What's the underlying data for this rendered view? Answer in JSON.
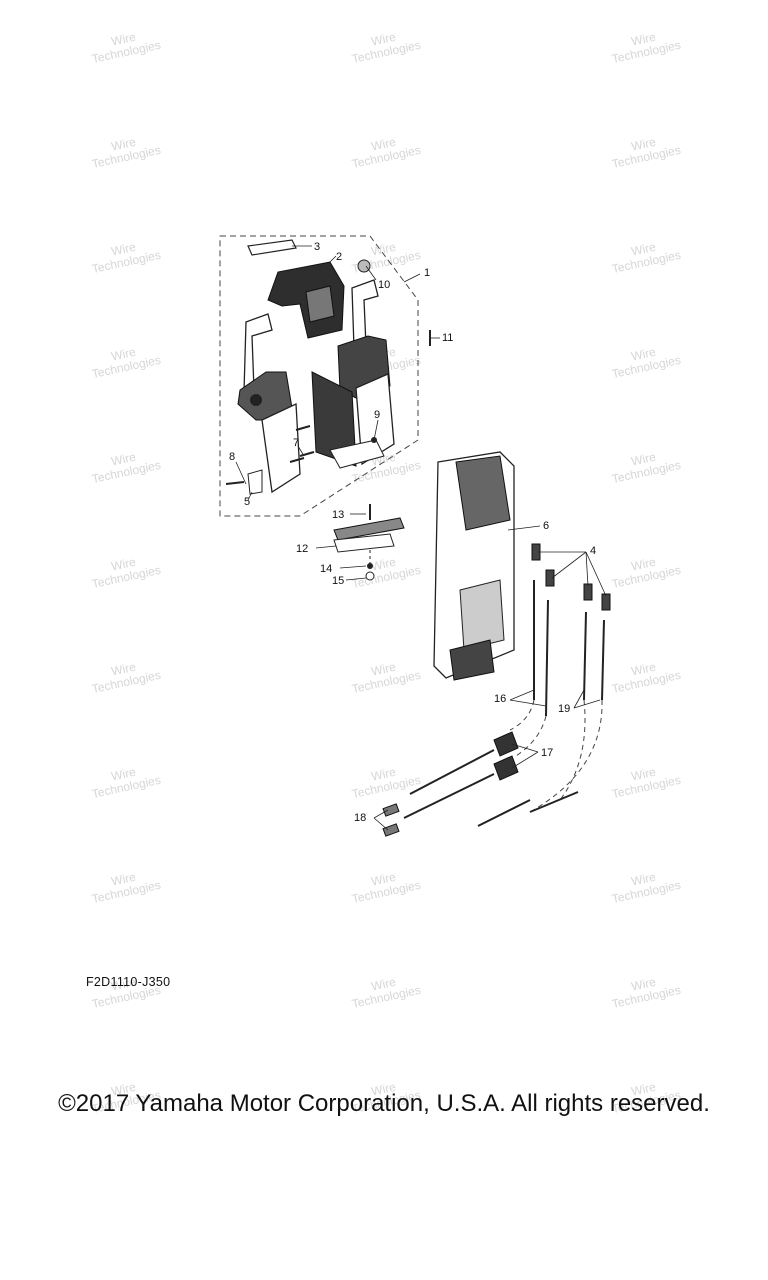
{
  "watermark": {
    "line1": "Wire",
    "line2": "Technologies"
  },
  "diagram": {
    "figure_code": "F2D1110-J350",
    "callouts": [
      {
        "id": "1",
        "label": "1"
      },
      {
        "id": "2",
        "label": "2"
      },
      {
        "id": "3",
        "label": "3"
      },
      {
        "id": "4",
        "label": "4"
      },
      {
        "id": "5",
        "label": "5"
      },
      {
        "id": "6",
        "label": "6"
      },
      {
        "id": "7",
        "label": "7"
      },
      {
        "id": "8",
        "label": "8"
      },
      {
        "id": "9",
        "label": "9"
      },
      {
        "id": "10",
        "label": "10"
      },
      {
        "id": "11",
        "label": "11"
      },
      {
        "id": "12",
        "label": "12"
      },
      {
        "id": "13",
        "label": "13"
      },
      {
        "id": "14",
        "label": "14"
      },
      {
        "id": "15",
        "label": "15"
      },
      {
        "id": "16",
        "label": "16"
      },
      {
        "id": "17",
        "label": "17"
      },
      {
        "id": "18",
        "label": "18"
      },
      {
        "id": "19",
        "label": "19"
      }
    ]
  },
  "footer": {
    "copyright": "©2017 Yamaha Motor Corporation, U.S.A. All rights reserved."
  }
}
